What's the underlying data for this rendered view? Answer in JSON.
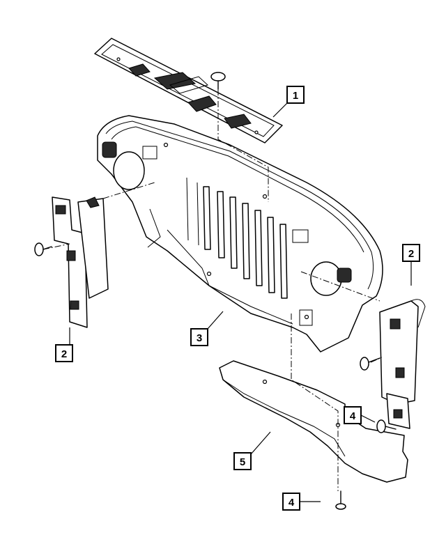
{
  "callouts": [
    {
      "id": "1",
      "label": "1"
    },
    {
      "id": "2a",
      "label": "2"
    },
    {
      "id": "2b",
      "label": "2"
    },
    {
      "id": "3",
      "label": "3"
    },
    {
      "id": "4a",
      "label": "4"
    },
    {
      "id": "4b",
      "label": "4"
    },
    {
      "id": "5",
      "label": "5"
    }
  ]
}
